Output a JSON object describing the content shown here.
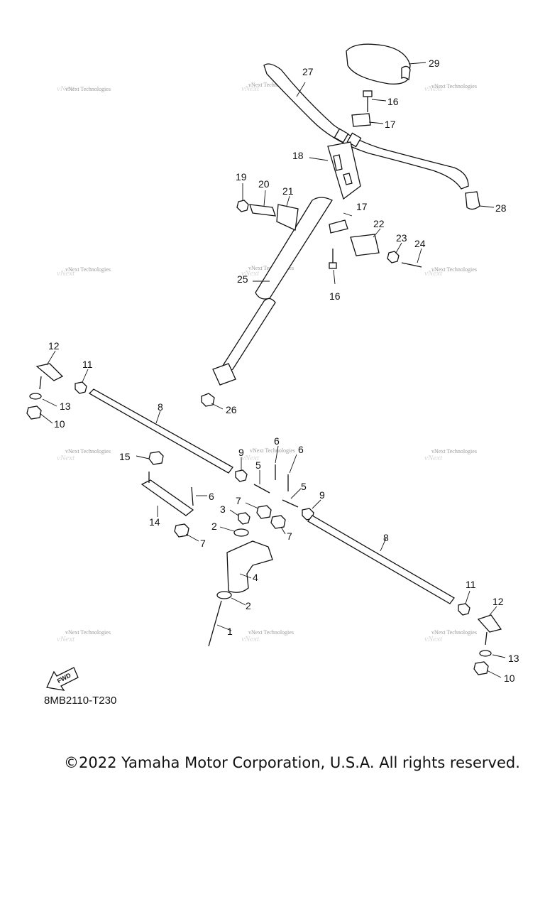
{
  "watermark_text": "vNext Technologies",
  "diagram_code": "8MB2110-T230",
  "copyright": "©2022 Yamaha Motor Corporation, U.S.A. All rights reserved.",
  "fwd_label": "FWD",
  "callouts": [
    "1",
    "2",
    "2",
    "3",
    "4",
    "5",
    "5",
    "6",
    "6",
    "6",
    "7",
    "7",
    "7",
    "8",
    "8",
    "9",
    "9",
    "10",
    "10",
    "11",
    "11",
    "12",
    "12",
    "13",
    "13",
    "14",
    "15",
    "16",
    "16",
    "17",
    "17",
    "18",
    "19",
    "20",
    "21",
    "22",
    "23",
    "24",
    "25",
    "26",
    "27",
    "28",
    "29"
  ]
}
